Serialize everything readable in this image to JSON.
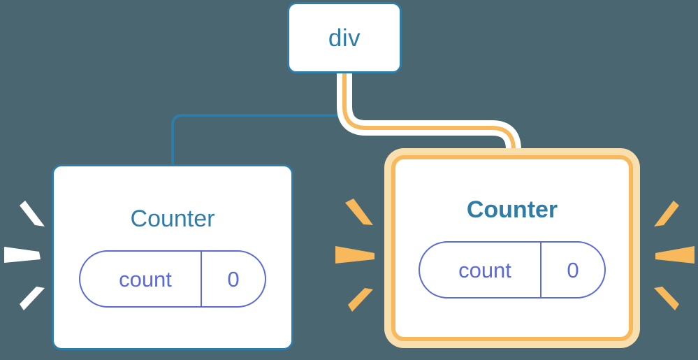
{
  "diagram": {
    "title": "React component tree re-render highlight",
    "background_color": "#4a6670",
    "nodes": [
      {
        "id": "div",
        "label": "div",
        "role": "root-element",
        "highlighted": false,
        "border_color": "#2e7ca8",
        "text_color": "#2e7ca8"
      },
      {
        "id": "counter-left",
        "label": "Counter",
        "role": "component",
        "highlighted": false,
        "border_color": "#2e7ca8",
        "text_color": "#2e7ca8",
        "state": {
          "key": "count",
          "value": "0"
        }
      },
      {
        "id": "counter-right",
        "label": "Counter",
        "role": "component",
        "highlighted": true,
        "border_color": "#f7b95c",
        "glow_color": "#fadfae",
        "text_color": "#2e7ca8",
        "state": {
          "key": "count",
          "value": "0"
        }
      }
    ],
    "edges": [
      {
        "id": "edge-div-to-counter-left",
        "from": "div",
        "to": "counter-left",
        "color": "#2e7ca8",
        "highlighted": false
      },
      {
        "id": "edge-div-to-counter-right",
        "from": "div",
        "to": "counter-right",
        "color": "#f7b95c",
        "halo_color": "#ffffff",
        "highlighted": true
      }
    ],
    "rays": [
      {
        "id": "rays-far-left",
        "color": "#ffffff",
        "direction": "left",
        "count": 3
      },
      {
        "id": "rays-mid-left",
        "color": "#f7b95c",
        "direction": "right",
        "count": 3
      },
      {
        "id": "rays-far-right",
        "color": "#f7b95c",
        "direction": "left",
        "count": 3
      }
    ]
  }
}
